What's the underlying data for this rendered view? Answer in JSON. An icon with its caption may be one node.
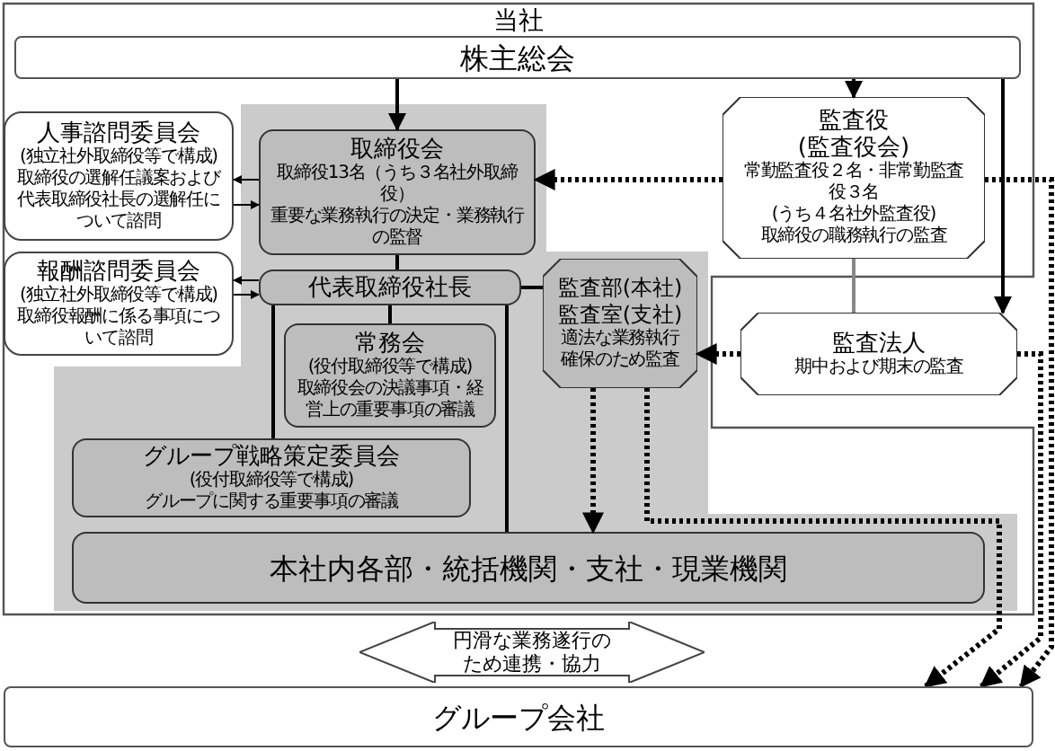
{
  "diagram": {
    "nodes": [
      {
        "text": [
          "当社"
        ]
      },
      {
        "text": [
          "株主総会"
        ],
        "in": 0
      },
      {
        "text": [
          "人事諮問委員会",
          "(独立社外取締役等で構成)",
          "取締役の選解任議案および代表取締役社長の選解任について諮問"
        ],
        "in": 0
      },
      {
        "text": [
          "報酬諮問委員会",
          "(独立社外取締役等で構成)",
          "取締役報酬に係る事項について諮問"
        ],
        "in": 0
      },
      {
        "text": [
          "取締役会",
          "取締役13名（うち３名社外取締役）",
          "重要な業務執行の決定・業務執行の監督"
        ],
        "in": 0
      },
      {
        "text": [
          "代表取締役社長"
        ],
        "in": 0
      },
      {
        "text": [
          "監査部(本社)",
          "監査室(支社)",
          "適法な業務執行確保のため監査"
        ],
        "in": 0
      },
      {
        "text": [
          "監査役",
          "(監査役会)",
          "常勤監査役２名・非常勤監査役３名",
          "(うち４名社外監査役)",
          "取締役の職務執行の監査"
        ],
        "in": 0
      },
      {
        "text": [
          "常務会",
          "(役付取締役等で構成)",
          "取締役会の決議事項・経営上の重要事項の審議"
        ],
        "in": 0
      },
      {
        "text": [
          "グループ戦略策定委員会",
          "(役付取締役等で構成)",
          "グループに関する重要事項の審議"
        ],
        "in": 0
      },
      {
        "text": [
          "監査法人",
          "期中および期末の監査"
        ]
      },
      {
        "text": [
          "本社内各部・統括機関・支社・現業機関"
        ],
        "in": 0
      },
      {
        "text": [
          "円滑な業務遂行のため連携・協力"
        ]
      },
      {
        "text": [
          "グループ会社"
        ]
      }
    ],
    "edges": [
      {
        "from": 1,
        "to": 4,
        "arrow": "to"
      },
      {
        "from": 1,
        "to": 7,
        "arrow": "to"
      },
      {
        "from": 1,
        "to": 10,
        "arrow": "to"
      },
      {
        "from": 4,
        "to": 2,
        "arrow": "to"
      },
      {
        "from": 2,
        "to": 4,
        "arrow": "to"
      },
      {
        "from": 5,
        "to": 3,
        "arrow": "to"
      },
      {
        "from": 3,
        "to": 5,
        "arrow": "to"
      },
      {
        "from": 4,
        "to": 5,
        "arrow": "none"
      },
      {
        "from": 5,
        "to": 6,
        "arrow": "none"
      },
      {
        "from": 5,
        "to": 8,
        "arrow": "none"
      },
      {
        "from": 5,
        "to": 9,
        "arrow": "none"
      },
      {
        "from": 5,
        "to": 11,
        "arrow": "none"
      },
      {
        "from": 7,
        "to": 10,
        "arrow": "none",
        "color": "#888888"
      },
      {
        "from": 7,
        "to": 4,
        "arrow": "to",
        "style": "dashed"
      },
      {
        "from": 10,
        "to": 6,
        "arrow": "to",
        "style": "dashed"
      },
      {
        "from": 6,
        "to": 11,
        "arrow": "to",
        "style": "dashed"
      },
      {
        "from": 6,
        "to": 13,
        "arrow": "to",
        "style": "dashed"
      },
      {
        "from": 7,
        "to": 13,
        "arrow": "to",
        "style": "dashed"
      },
      {
        "from": 10,
        "to": 13,
        "arrow": "to",
        "style": "dashed"
      }
    ]
  }
}
